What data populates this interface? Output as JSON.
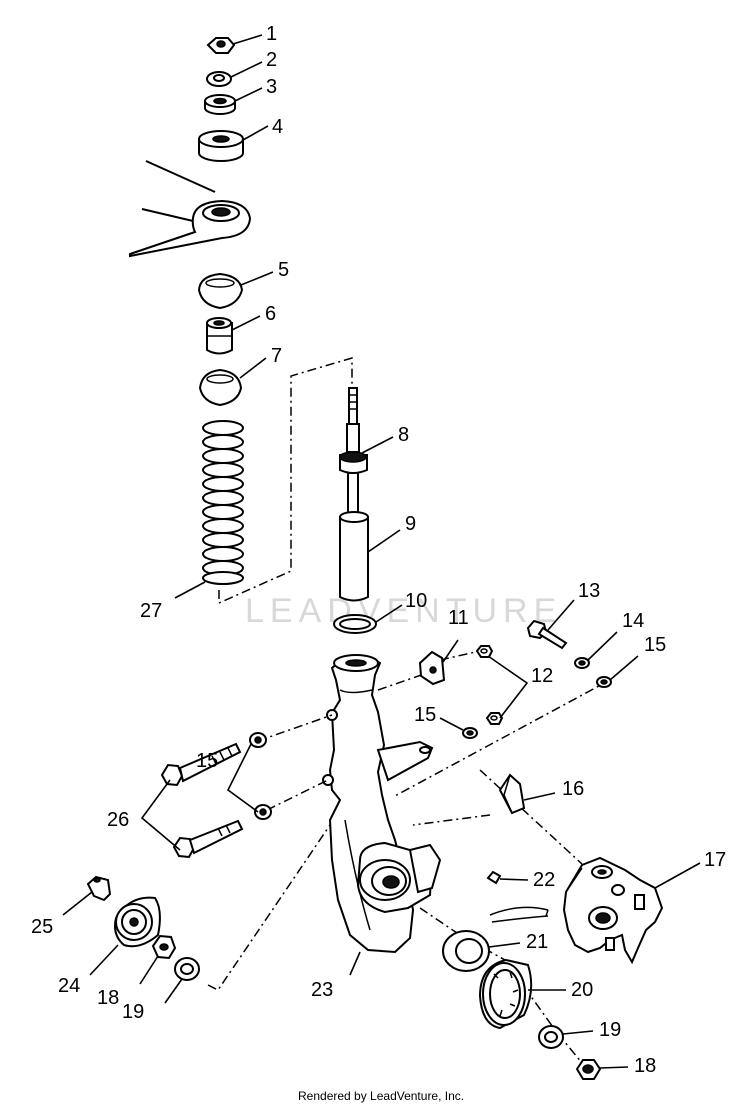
{
  "watermark": "LEADVENTURE",
  "footer": "Rendered by LeadVenture, Inc.",
  "callouts": {
    "c1": "1",
    "c2": "2",
    "c3": "3",
    "c4": "4",
    "c5": "5",
    "c6": "6",
    "c7": "7",
    "c8": "8",
    "c9": "9",
    "c10": "10",
    "c11": "11",
    "c12": "12",
    "c13": "13",
    "c14": "14",
    "c15a": "15",
    "c15b": "15",
    "c15c": "15",
    "c16": "16",
    "c17": "17",
    "c18a": "18",
    "c18b": "18",
    "c19a": "19",
    "c19b": "19",
    "c20": "20",
    "c21": "21",
    "c22": "22",
    "c23": "23",
    "c24": "24",
    "c25": "25",
    "c26": "26",
    "c27": "27"
  }
}
